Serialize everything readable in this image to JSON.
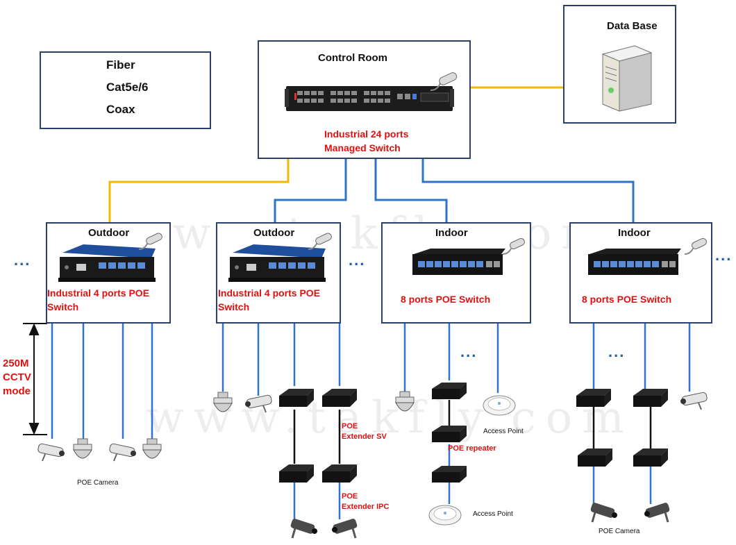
{
  "legend": {
    "items": [
      {
        "label": "Fiber",
        "color": "#f5b800"
      },
      {
        "label": "Cat5e/6",
        "color": "#2e75c9"
      },
      {
        "label": "Coax",
        "color": "#111111"
      }
    ]
  },
  "control_room": {
    "title": "Control Room",
    "device_line1": "Industrial 24 ports",
    "device_line2": "Managed  Switch"
  },
  "database": {
    "title": "Data Base"
  },
  "switches": [
    {
      "title": "Outdoor",
      "line1": "Industrial 4 ports POE",
      "line2": "Switch"
    },
    {
      "title": "Outdoor",
      "line1": "Industrial 4 ports POE",
      "line2": "Switch"
    },
    {
      "title": "Indoor",
      "line1": "8 ports POE Switch",
      "line2": ""
    },
    {
      "title": "Indoor",
      "line1": "8 ports POE Switch",
      "line2": ""
    }
  ],
  "distance": {
    "line1": "250M",
    "line2": "CCTV",
    "line3": "mode"
  },
  "labels": {
    "poe_camera_left": "POE Camera",
    "poe_extender_sv_1": "POE",
    "poe_extender_sv_2": "Extender SV",
    "poe_extender_ipc_1": "POE",
    "poe_extender_ipc_2": "Extender IPC",
    "poe_repeater": "POE repeater",
    "access_point_1": "Access Point",
    "access_point_2": "Access Point",
    "poe_camera_right": "POE Camera"
  },
  "ellipsis": "...",
  "watermark": "www.takfly.com"
}
